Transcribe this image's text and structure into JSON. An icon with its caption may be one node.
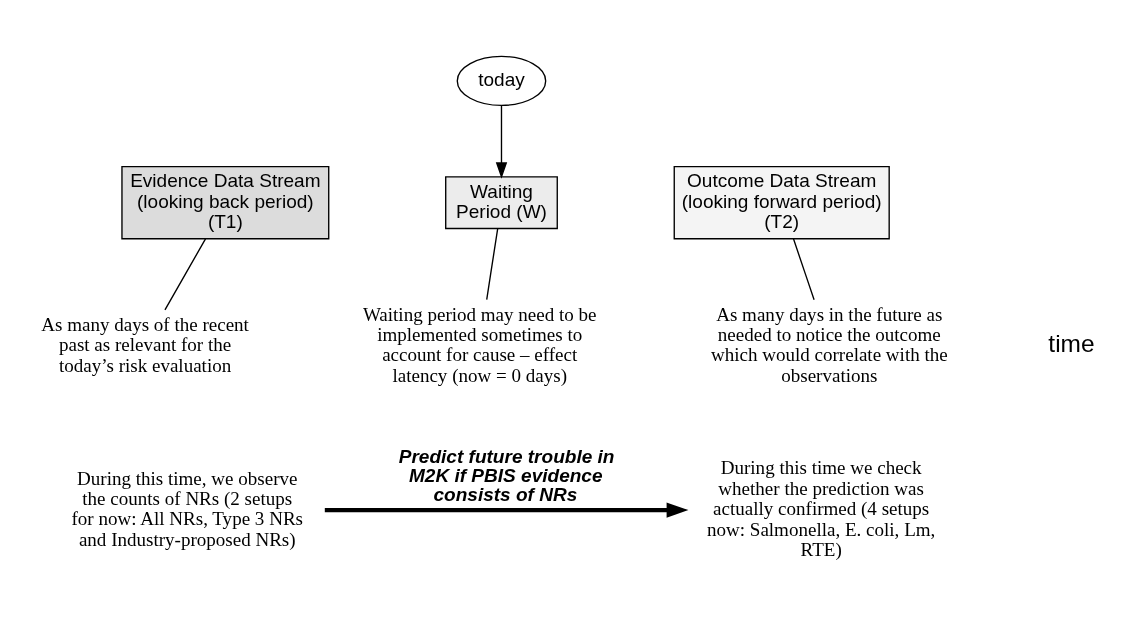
{
  "diagram": {
    "nodes": [
      {
        "text": [
          "today"
        ]
      },
      {
        "text": [
          "Evidence Data Stream (looking back period) (T1)"
        ]
      },
      {
        "text": [
          "Waiting Period (W)"
        ]
      },
      {
        "text": [
          "Outcome Data Stream (looking forward period) (T2)"
        ]
      },
      {
        "text": [
          "As many days of the recent past as relevant for the today’s risk evaluation"
        ]
      },
      {
        "text": [
          "Waiting period may need to be implemented sometimes to account for cause – effect latency (now = 0 days)"
        ]
      },
      {
        "text": [
          "As many days in the future as needed to notice the outcome which would correlate with the observations"
        ]
      },
      {
        "text": [
          "During this time, we observe the counts of NRs (2 setups for now: All NRs, Type 3 NRs and Industry-proposed NRs)"
        ]
      },
      {
        "text": [
          "During this time we check whether the prediction was actually confirmed (4 setups now: Salmonella, E. coli, Lm, RTE)"
        ]
      }
    ],
    "edges": [
      {
        "from": 0,
        "to": 2,
        "arrow": "to"
      },
      {
        "from": 1,
        "to": 4,
        "arrow": "none"
      },
      {
        "from": 2,
        "to": 5,
        "arrow": "none"
      },
      {
        "from": 3,
        "to": 6,
        "arrow": "none"
      },
      {
        "from": 7,
        "to": 8,
        "arrow": "to",
        "label": "Predict future trouble in M2K if PBIS evidence consists of NRs",
        "style": "thick"
      }
    ],
    "labels": [
      "time"
    ]
  }
}
